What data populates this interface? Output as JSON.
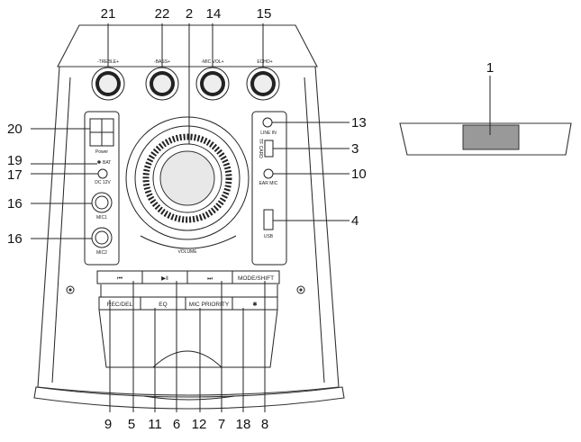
{
  "callouts": {
    "n1": "1",
    "n2": "2",
    "n3": "3",
    "n4": "4",
    "n5": "5",
    "n6": "6",
    "n7": "7",
    "n8": "8",
    "n9": "9",
    "n10": "10",
    "n11": "11",
    "n12": "12",
    "n13": "13",
    "n14": "14",
    "n15": "15",
    "n16a": "16",
    "n16b": "16",
    "n17": "17",
    "n18": "18",
    "n19": "19",
    "n20": "20",
    "n21": "21",
    "n22": "22"
  },
  "knobs": {
    "treble": "-TREBLE+",
    "bass": "-BASS+",
    "mic_vol": "-MIC VOL+",
    "echo": "ECHO+"
  },
  "panel_left": {
    "power": "Power",
    "bat": "BAT",
    "dc": "DC 12V",
    "mic1": "MIC1",
    "mic2": "MIC2"
  },
  "panel_right": {
    "line_in": "LINE IN",
    "tf_card": "TF CARD",
    "ear_mic": "EAR MIC",
    "usb": "USB"
  },
  "volume_label": "VOLUME",
  "buttons_row1": {
    "prev": "⏮",
    "play": "▶‖",
    "next": "⏭",
    "mode": "MODE/SHIFT"
  },
  "buttons_row2": {
    "rec": "REC/DEL",
    "eq": "EQ",
    "mic_priority": "MIC PRIORITY",
    "bt": "✱"
  }
}
